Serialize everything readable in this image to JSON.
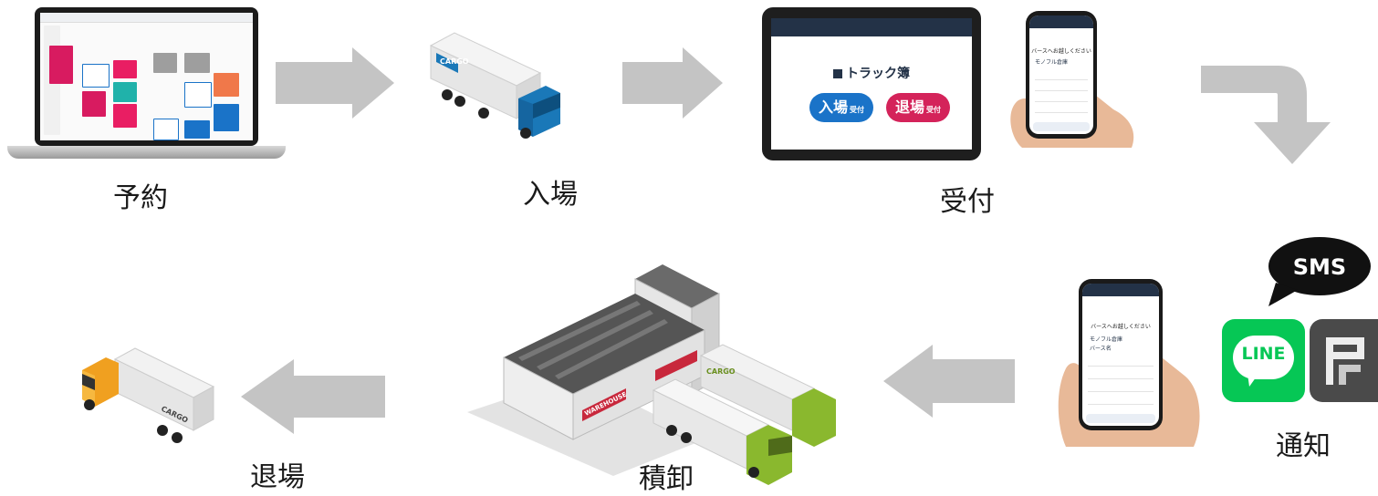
{
  "steps": {
    "reserve": "予約",
    "enter": "入場",
    "reception": "受付",
    "notify": "通知",
    "loading": "積卸",
    "exit": "退場"
  },
  "tablet": {
    "brand": "トラック簿",
    "enter_button": "入場",
    "enter_suffix": "受付",
    "exit_button": "退場",
    "exit_suffix": "受付"
  },
  "phone": {
    "title_line1": "バースへお越しください",
    "place": "モノフル倉庫",
    "berth": "バース名"
  },
  "notification_icons": {
    "sms": "SMS",
    "line": "LINE"
  },
  "trucks": {
    "cargo": "CARGO",
    "warehouse": "WAREHOUSE"
  },
  "colors": {
    "arrow": "#c4c4c4",
    "truck_blue": "#1a78b8",
    "truck_green": "#8ab82e",
    "truck_orange": "#f0a020",
    "line_green": "#06c755",
    "enter_blue": "#1a73c8",
    "exit_red": "#d4235a"
  }
}
